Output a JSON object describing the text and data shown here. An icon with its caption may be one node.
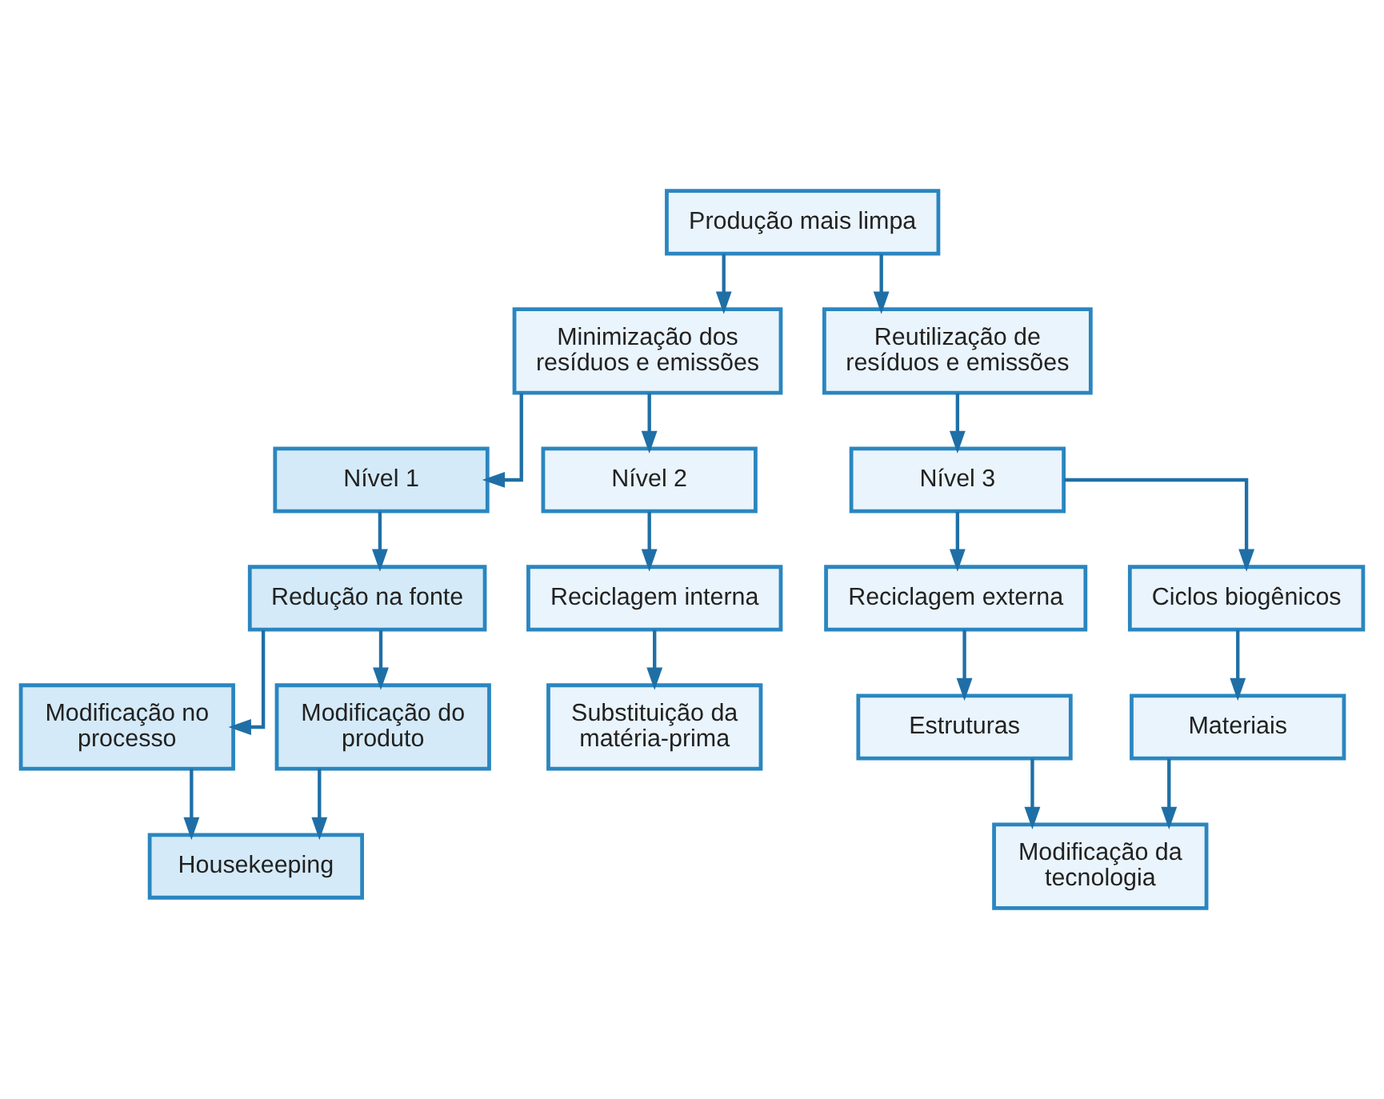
{
  "diagram": {
    "nodes": [
      {
        "text": [
          "Produção mais limpa"
        ]
      },
      {
        "text": [
          "Minimização dos resíduos e emissões"
        ]
      },
      {
        "text": [
          "Reutilização de resíduos e emissões"
        ]
      },
      {
        "text": [
          "Nível 1"
        ]
      },
      {
        "text": [
          "Nível 2"
        ]
      },
      {
        "text": [
          "Nível 3"
        ]
      },
      {
        "text": [
          "Redução na fonte"
        ]
      },
      {
        "text": [
          "Reciclagem interna"
        ]
      },
      {
        "text": [
          "Reciclagem externa"
        ]
      },
      {
        "text": [
          "Ciclos biogênicos"
        ]
      },
      {
        "text": [
          "Modificação no processo"
        ]
      },
      {
        "text": [
          "Modificação do produto"
        ]
      },
      {
        "text": [
          "Estruturas"
        ]
      },
      {
        "text": [
          "Materiais"
        ]
      },
      {
        "text": [
          "Housekeeping"
        ]
      },
      {
        "text": [
          "Substituição da matéria-prima"
        ]
      },
      {
        "text": [
          "Modificação da tecnologia"
        ]
      }
    ],
    "edges": [
      {
        "from": 0,
        "to": 1,
        "arrow": "to"
      },
      {
        "from": 0,
        "to": 2,
        "arrow": "to"
      },
      {
        "from": 1,
        "to": 3,
        "arrow": "to"
      },
      {
        "from": 1,
        "to": 4,
        "arrow": "to"
      },
      {
        "from": 2,
        "to": 5,
        "arrow": "to"
      },
      {
        "from": 3,
        "to": 6,
        "arrow": "to"
      },
      {
        "from": 4,
        "to": 7,
        "arrow": "to"
      },
      {
        "from": 5,
        "to": 8,
        "arrow": "to"
      },
      {
        "from": 5,
        "to": 9,
        "arrow": "to"
      },
      {
        "from": 6,
        "to": 10,
        "arrow": "to"
      },
      {
        "from": 6,
        "to": 11,
        "arrow": "to"
      },
      {
        "from": 8,
        "to": 12,
        "arrow": "to"
      },
      {
        "from": 9,
        "to": 13,
        "arrow": "to"
      },
      {
        "from": 10,
        "to": 14,
        "arrow": "to"
      },
      {
        "from": 11,
        "to": 14,
        "arrow": "to"
      },
      {
        "from": 7,
        "to": 15,
        "arrow": "to"
      },
      {
        "from": 12,
        "to": 16,
        "arrow": "to"
      },
      {
        "from": 13,
        "to": 16,
        "arrow": "to"
      }
    ]
  }
}
